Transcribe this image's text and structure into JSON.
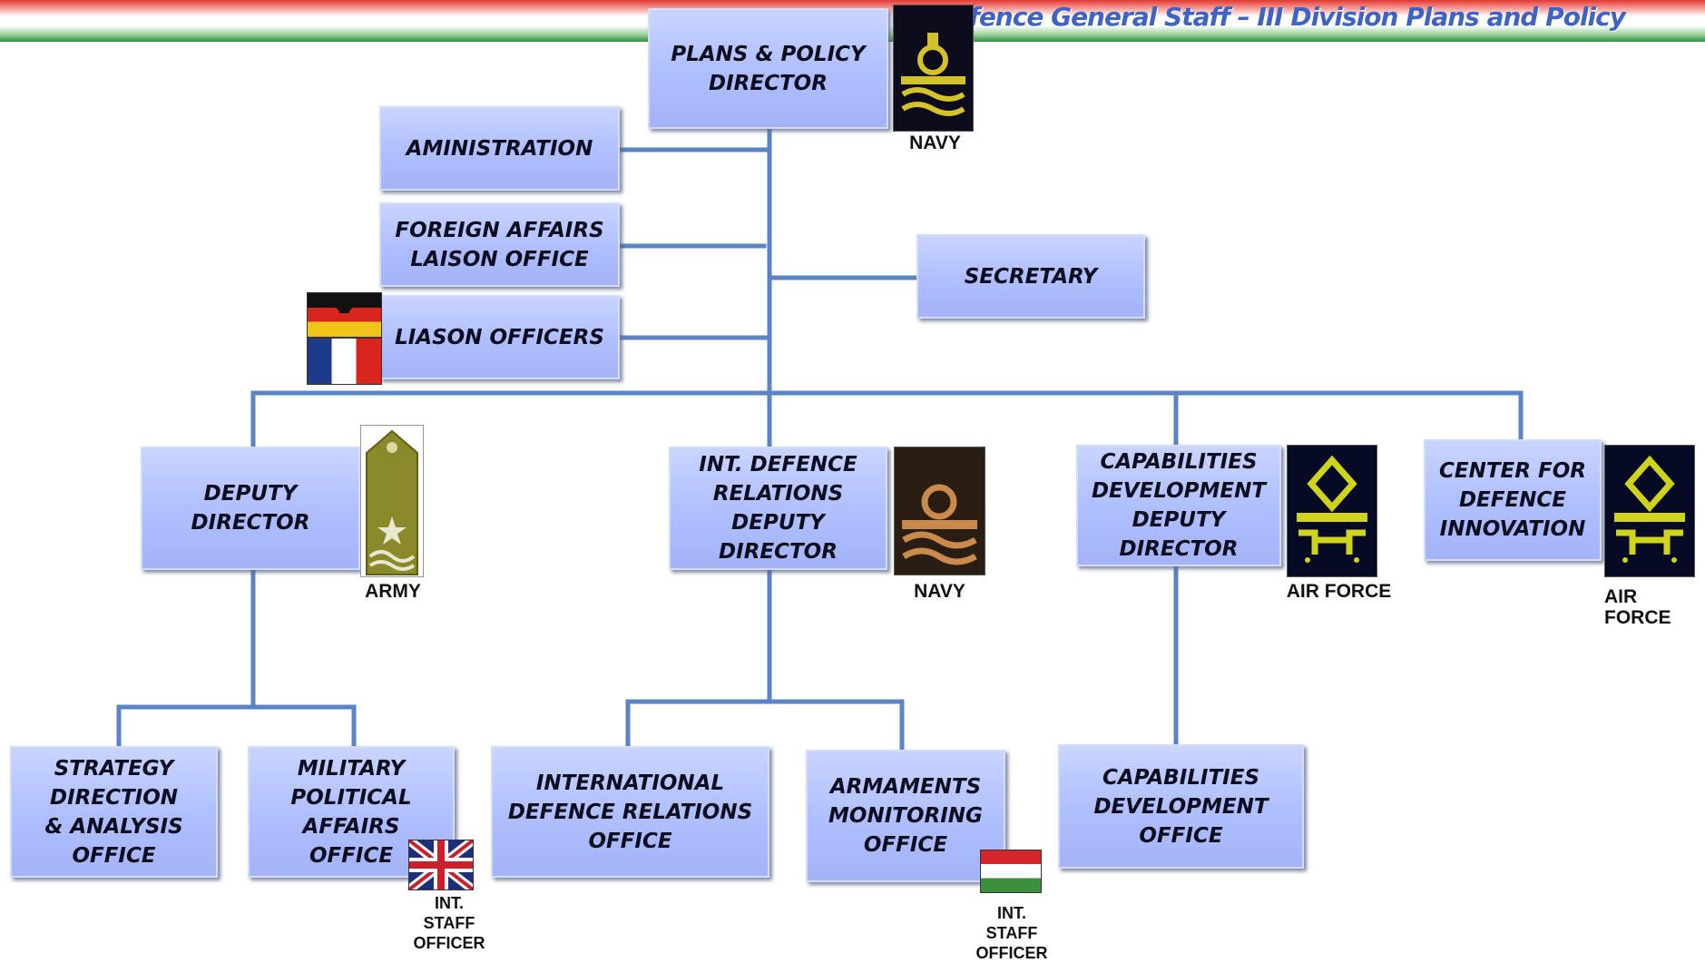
{
  "header": {
    "title": "Defence General Staff – III Division Plans and Policy"
  },
  "boxes": {
    "director": "PLANS & POLICY\nDIRECTOR",
    "administration": "AMINISTRATION",
    "foreign_affairs": "FOREIGN AFFAIRS\nLAISON OFFICE",
    "liaison_officers": "LIASON OFFICERS",
    "secretary": "SECRETARY",
    "deputy_director": "DEPUTY\nDIRECTOR",
    "int_defence_deputy": "INT. DEFENCE\nRELATIONS\nDEPUTY\nDIRECTOR",
    "capabilities_deputy": "CAPABILITIES\nDEVELOPMENT\nDEPUTY\nDIRECTOR",
    "center_innovation": "CENTER FOR\nDEFENCE\nINNOVATION",
    "strategy_office": "STRATEGY\nDIRECTION\n& ANALYSIS\nOFFICE",
    "military_political": "MILITARY\nPOLITICAL\nAFFAIRS\nOFFICE",
    "intl_relations_office": "INTERNATIONAL\nDEFENCE RELATIONS\nOFFICE",
    "armaments_office": "ARMAMENTS\nMONITORING\nOFFICE",
    "capabilities_office": "CAPABILITIES\nDEVELOPMENT\nOFFICE"
  },
  "captions": {
    "director_branch": "NAVY",
    "deputy_branch": "ARMY",
    "int_deputy_branch": "NAVY",
    "cap_deputy_branch": "AIR FORCE",
    "innovation_branch": "AIR FORCE",
    "uk_officer": "INT.\nSTAFF\nOFFICER",
    "hu_officer": "INT.\nSTAFF\nOFFICER"
  },
  "insignia": {
    "director": "navy-rank-insignia",
    "deputy": "army-rank-insignia",
    "int_deputy": "navy-rank-insignia",
    "cap_deputy": "air-force-rank-insignia",
    "innovation": "air-force-rank-insignia"
  },
  "flags": [
    "germany-flag",
    "france-flag",
    "united-kingdom-flag",
    "hungary-flag"
  ],
  "colors": {
    "box_fill": "#aebeff",
    "connector": "#5b84c4",
    "title": "#3f63c2",
    "navy_gold": "#d4c22a",
    "navy_bronze": "#c98a4b",
    "army_olive": "#8a8a2a",
    "air_force_yellow": "#cfd31a"
  }
}
